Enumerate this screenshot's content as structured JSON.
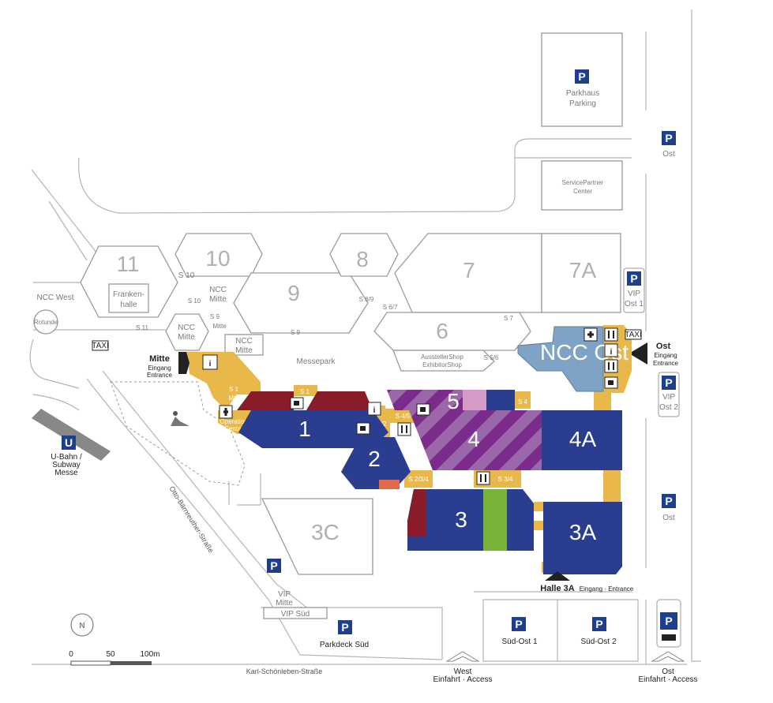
{
  "colors": {
    "hall_blue": "#2b3d8f",
    "walkway_yellow": "#e8b84b",
    "ncc_ost_blue": "#7fa3c4",
    "purple": "#7a2b8c",
    "dark_red": "#8a1c2a",
    "green": "#7ab33a",
    "pink": "#d69ac6",
    "orange": "#e06a4a",
    "parking_blue": "#1f3f8c",
    "outline_grey": "#9a9a9a"
  },
  "halls_grey": {
    "h11": "11",
    "h10": "10",
    "h9": "9",
    "h8": "8",
    "h7": "7",
    "h7a": "7A",
    "h6": "6",
    "h3c": "3C"
  },
  "halls_blue": {
    "h1": "1",
    "h2": "2",
    "h3": "3",
    "h3a": "3A",
    "h4": "4",
    "h4a": "4A",
    "h5": "5"
  },
  "labels": {
    "frankenhalle_1": "Franken-",
    "frankenhalle_2": "halle",
    "ncc_west": "NCC West",
    "rotunde": "Rotunde",
    "ncc_mitte_1a": "NCC",
    "ncc_mitte_1b": "Mitte",
    "ncc_mitte_2a": "NCC",
    "ncc_mitte_2b": "Mitte",
    "ncc_mitte_3a": "NCC",
    "ncc_mitte_3b": "Mitte",
    "messepark": "Messepark",
    "ncc_ost": "NCC Ost",
    "ausstellershop_1": "AusstellerShop",
    "ausstellershop_2": "ExhibitorShop",
    "service_1": "ServicePartner",
    "service_2": "Center",
    "parkhaus_1": "Parkhaus",
    "parkhaus_2": "Parking",
    "operation_1": "Operation",
    "operation_2": "Center",
    "taxi_w": "TAXI",
    "taxi_e": "TAXI",
    "ubahn_1": "U-Bahn /",
    "ubahn_2": "Subway",
    "ubahn_3": "Messe",
    "u_letter": "U",
    "street_otto": "Otto-Bärnreuther-Straße",
    "street_karl": "Karl-Schönleben-Straße",
    "vip_sued": "VIP Süd",
    "parkdeck_sued": "Parkdeck Süd",
    "vip_mitte_1": "VIP",
    "vip_mitte_2": "Mitte",
    "sued_ost_1": "Süd-Ost 1",
    "sued_ost_2": "Süd-Ost 2",
    "ost_p1": "Ost",
    "ost_p2": "Ost",
    "vip_ost1_1": "VIP",
    "vip_ost1_2": "Ost 1",
    "vip_ost2_1": "VIP",
    "vip_ost2_2": "Ost 2",
    "p": "P",
    "scale_0": "0",
    "scale_50": "50",
    "scale_100": "100m",
    "west_access_1": "West",
    "west_access_2": "Einfahrt · Access",
    "ost_access_1": "Ost",
    "ost_access_2": "Einfahrt · Access"
  },
  "entrances": {
    "mitte_title": "Mitte",
    "mitte_sub1": "Eingang",
    "mitte_sub2": "Entrance",
    "ost_title": "Ost",
    "ost_sub1": "Eingang",
    "ost_sub2": "Entrance",
    "halle3a_title": "Halle 3A",
    "halle3a_sub": "Eingang · Entrance"
  },
  "walkways": {
    "s1_mitte_a": "S 1",
    "s1_mitte_b": "Mitte",
    "s1": "S 1",
    "s12": "S 1/2",
    "s45": "S 4/5",
    "s234": "S 2/3/4",
    "s34": "S 3/4",
    "s4": "S 4",
    "s56": "S 5/6",
    "s7": "S 7",
    "s67": "S 6/7",
    "s89": "S 8/9",
    "s9": "S 9",
    "s9_mitte_a": "S 9",
    "s9_mitte_b": "Mitte",
    "s10": "S 10",
    "s11": "S 11"
  },
  "icons": {
    "info": "i",
    "first_aid": "first-aid-icon",
    "restaurant": "restaurant-icon",
    "coffee": "coffee-icon",
    "parking": "parking-icon",
    "construction": "construction-icon",
    "bus": "bus-icon",
    "compass": "compass-icon"
  }
}
